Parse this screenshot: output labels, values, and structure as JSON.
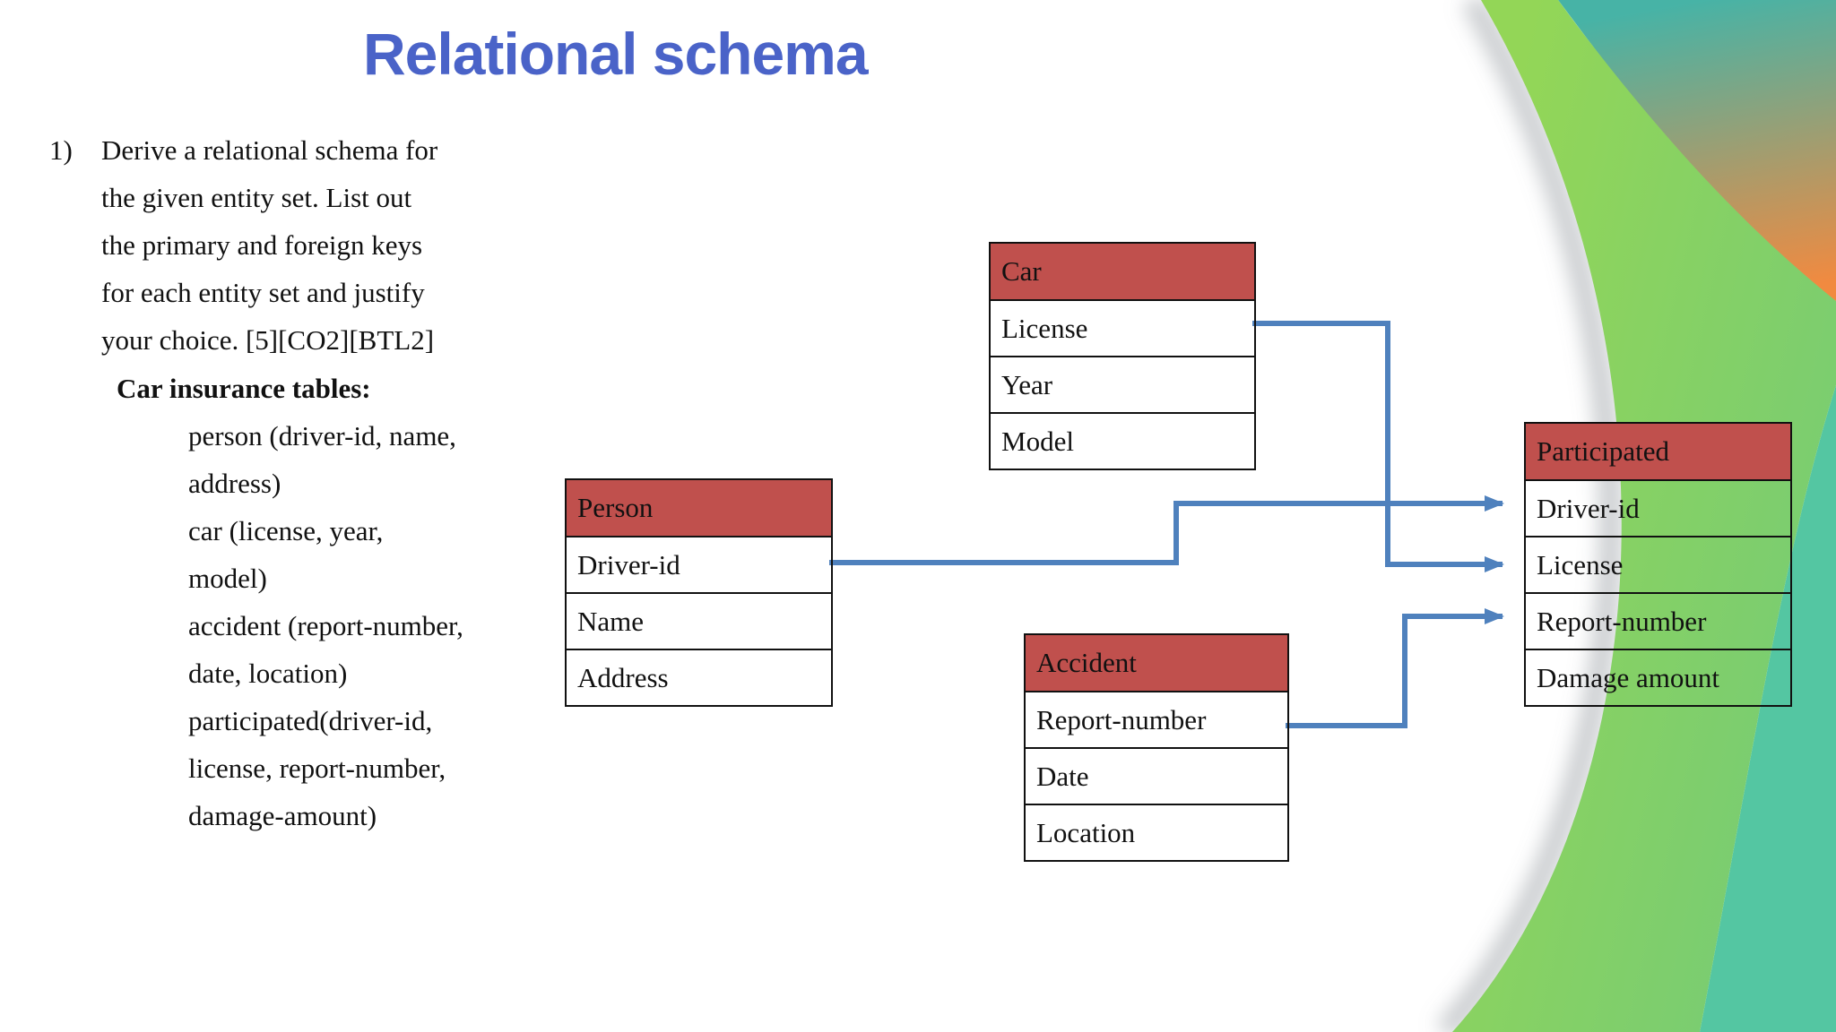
{
  "title": "Relational schema",
  "question": {
    "number": "1)",
    "intro": "Derive a relational schema for\nthe given entity set. List out\nthe primary and foreign keys\nfor each entity set and justify\nyour choice. [5][CO2][BTL2]",
    "heading": "Car insurance tables:",
    "tables_list": "person (driver-id, name,\naddress)\ncar (license, year,\nmodel)\naccident (report-number,\ndate, location)\nparticipated(driver-id,\nlicense, report-number,\ndamage-amount)"
  },
  "entities": [
    {
      "id": "car",
      "name": "Car",
      "rows": [
        "License",
        "Year",
        "Model"
      ]
    },
    {
      "id": "person",
      "name": "Person",
      "rows": [
        "Driver-id",
        "Name",
        "Address"
      ]
    },
    {
      "id": "accident",
      "name": "Accident",
      "rows": [
        "Report-number",
        "Date",
        "Location"
      ]
    },
    {
      "id": "participated",
      "name": "Participated",
      "rows": [
        "Driver-id",
        "License",
        "Report-number",
        "Damage amount"
      ]
    }
  ],
  "connectors": [
    {
      "from": "Person.Driver-id",
      "to": "Participated.Driver-id"
    },
    {
      "from": "Car.License",
      "to": "Participated.License"
    },
    {
      "from": "Accident.Report-number",
      "to": "Participated.Report-number"
    }
  ],
  "colors": {
    "title": "#4a63c8",
    "text": "#111111",
    "entity_header": "#c0504d",
    "connector": "#4f81bd",
    "teal": "#47b3a6",
    "orange": "#f18a40",
    "band_green": "#93d657",
    "band_green_deep": "#7bcd70",
    "sea_green": "#54c6a2"
  }
}
